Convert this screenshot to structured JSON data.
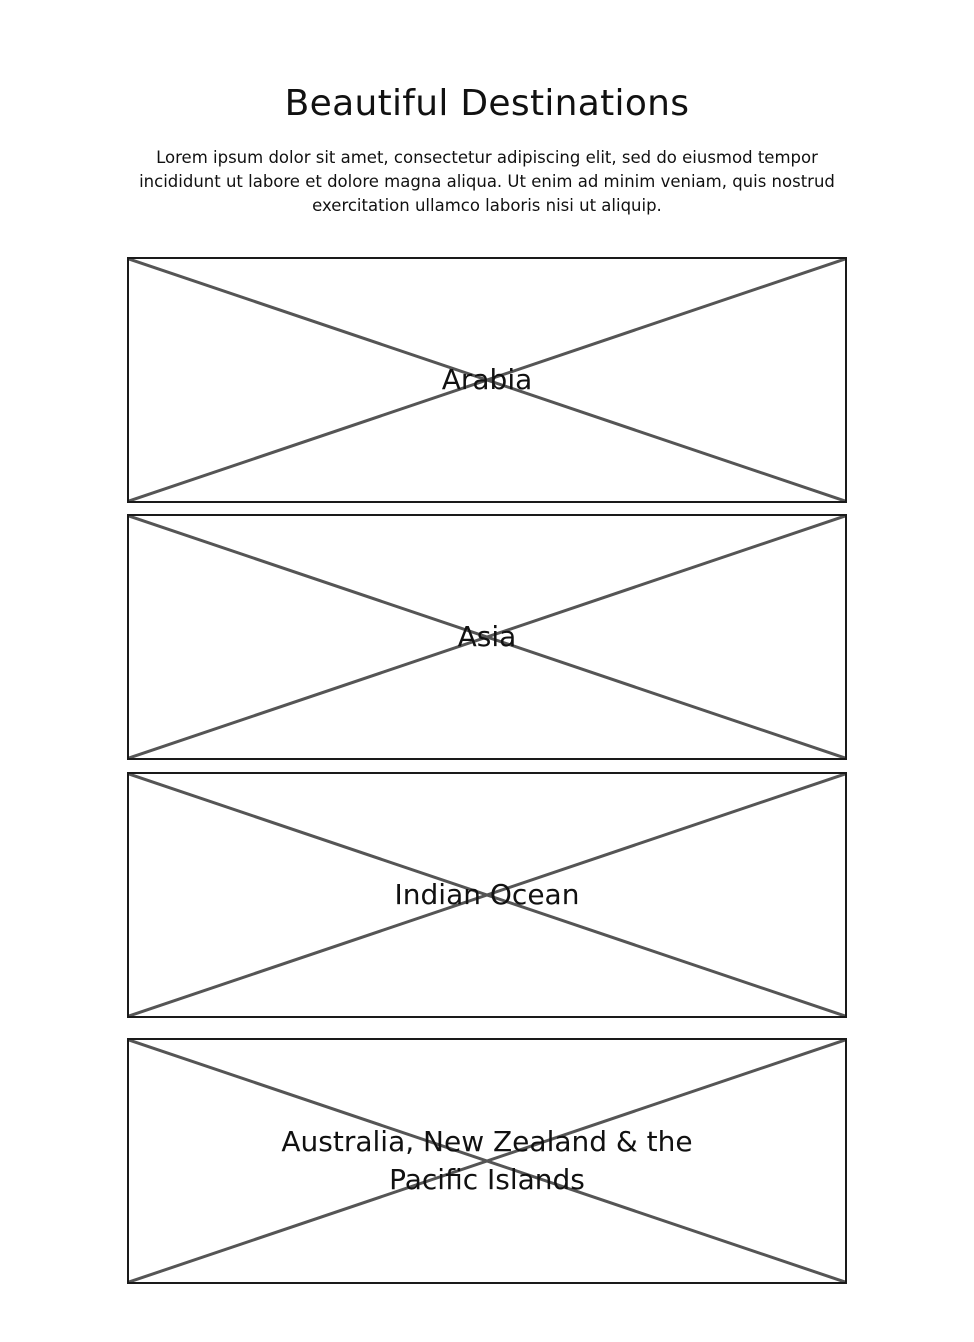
{
  "header": {
    "title": "Beautiful Destinations",
    "intro": "Lorem ipsum dolor sit amet, consectetur adipiscing elit, sed do eiusmod tempor incididunt ut labore et dolore magna aliqua. Ut enim ad minim veniam, quis nostrud exercitation ullamco laboris nisi ut aliquip."
  },
  "destinations": [
    {
      "label": "Arabia",
      "image_icon": "image-placeholder-icon"
    },
    {
      "label": "Asia",
      "image_icon": "image-placeholder-icon"
    },
    {
      "label": "Indian Ocean",
      "image_icon": "image-placeholder-icon"
    },
    {
      "label": "Australia, New Zealand & the Pacific Islands",
      "image_icon": "image-placeholder-icon"
    }
  ],
  "colors": {
    "border": "#1a1a1a",
    "placeholder_cross": "#555555",
    "text": "#111111",
    "background": "#ffffff"
  }
}
